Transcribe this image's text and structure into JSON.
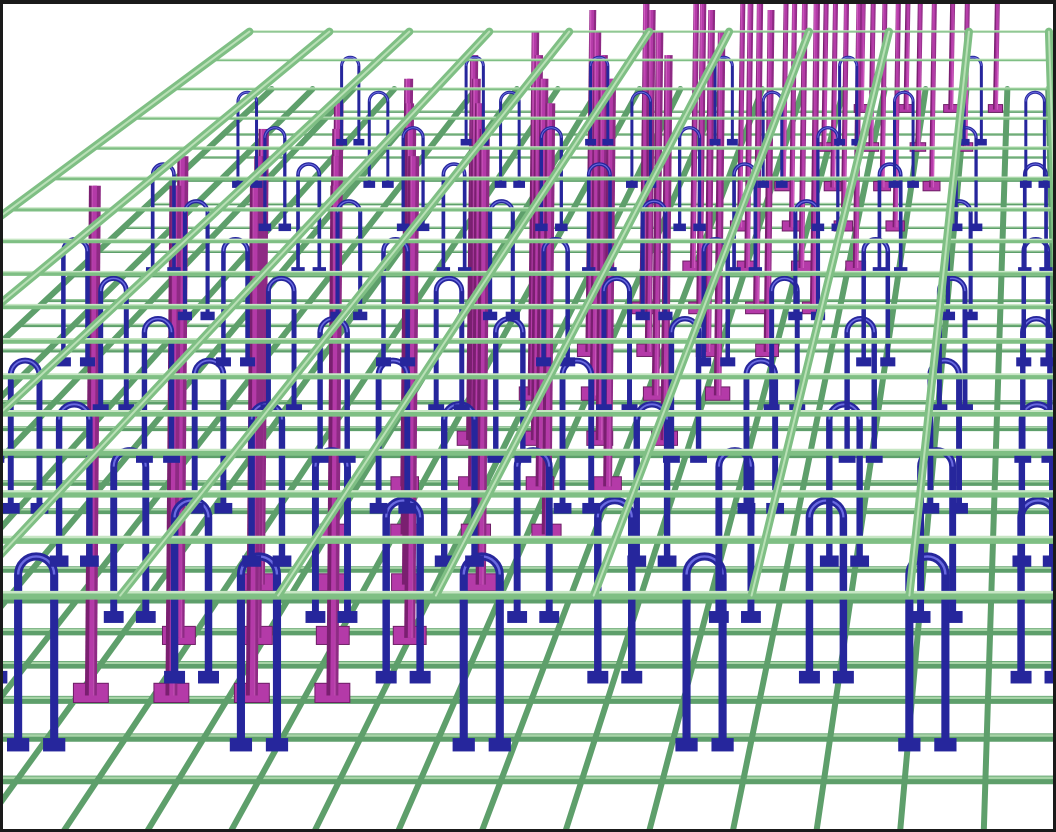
{
  "scene": {
    "subject": "3d-rebar-cage-render",
    "layers": [
      {
        "name": "bottom-mesh",
        "color": "#5e9f6b"
      },
      {
        "name": "top-mesh",
        "color": "#7fbf84"
      },
      {
        "name": "u-hook-chairs",
        "color": "#26269c"
      },
      {
        "name": "vertical-studs",
        "color": "#b43aa8"
      }
    ],
    "background": "#ffffff"
  }
}
